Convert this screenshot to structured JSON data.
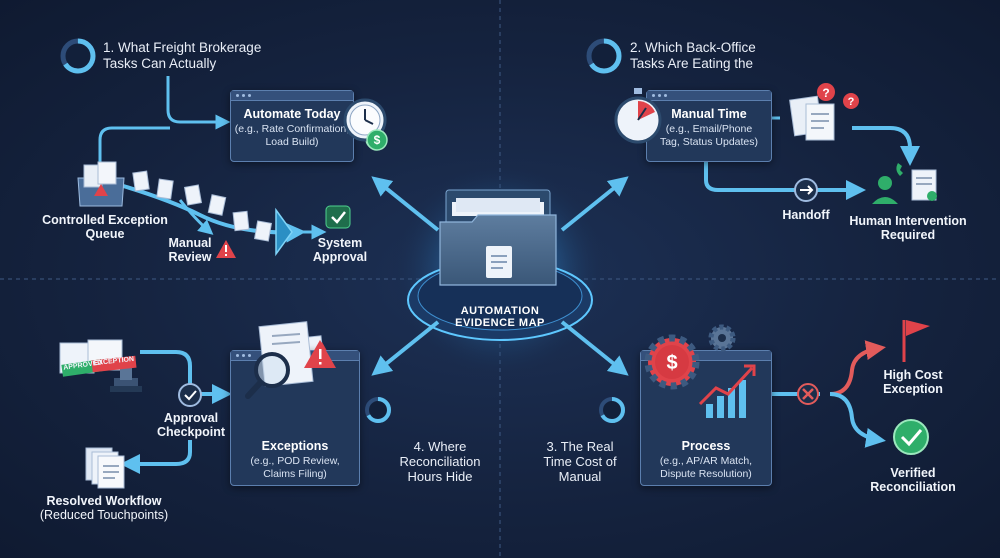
{
  "center": {
    "title_line1": "AUTOMATION",
    "title_line2": "EVIDENCE MAP"
  },
  "quadrants": {
    "q1": {
      "header_line1": "1. What Freight Brokerage",
      "header_line2": "Tasks Can Actually",
      "card": {
        "title": "Automate Today",
        "sub_line1": "(e.g., Rate Confirmation,",
        "sub_line2": "Load Build)"
      },
      "labels": {
        "queue_line1": "Controlled Exception",
        "queue_line2": "Queue",
        "manual_line1": "Manual",
        "manual_line2": "Review",
        "system_line1": "System",
        "system_line2": "Approval"
      }
    },
    "q2": {
      "header_line1": "2. Which Back-Office",
      "header_line2": "Tasks Are Eating the",
      "card": {
        "title": "Manual Time",
        "sub_line1": "(e.g., Email/Phone",
        "sub_line2": "Tag, Status Updates)"
      },
      "labels": {
        "handoff": "Handoff",
        "human_line1": "Human Intervention",
        "human_line2": "Required"
      }
    },
    "q3": {
      "header_line1": "3. The Real",
      "header_line2": "Time Cost of",
      "header_line3": "Manual",
      "card": {
        "title": "Process",
        "sub_line1": "(e.g., AP/AR Match,",
        "sub_line2": "Dispute Resolution)"
      },
      "labels": {
        "high_line1": "High Cost",
        "high_line2": "Exception",
        "verified_line1": "Verified",
        "verified_line2": "Reconciliation"
      }
    },
    "q4": {
      "header_line1": "4. Where",
      "header_line2": "Reconciliation",
      "header_line3": "Hours Hide",
      "card": {
        "title": "Exceptions",
        "sub_line1": "(e.g., POD Review,",
        "sub_line2": "Claims Filing)"
      },
      "labels": {
        "checkpoint_line1": "Approval",
        "checkpoint_line2": "Checkpoint",
        "resolved_line1": "Resolved Workflow",
        "resolved_line2": "(Reduced Touchpoints)",
        "stamp_approved": "APPROVED",
        "stamp_exception": "EXCEPTION"
      }
    }
  },
  "icons": [
    "progress-ring-icon",
    "clock-icon",
    "dollar-coin-icon",
    "document-icon",
    "warning-icon",
    "check-icon",
    "stopwatch-icon",
    "question-icon",
    "phone-icon",
    "person-icon",
    "magnifier-icon",
    "stamp-icon",
    "gear-icon",
    "growth-chart-icon",
    "flag-icon",
    "folder-icon"
  ],
  "colors": {
    "background": "#15233f",
    "flow_line": "#4fb3e8",
    "accent_warning": "#e0434a",
    "accent_success": "#2fae6a",
    "card_fill": "#22385a",
    "glow": "#5ec8ff"
  }
}
